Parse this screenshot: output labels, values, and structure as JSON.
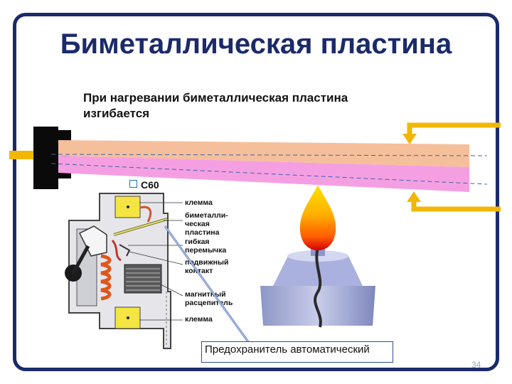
{
  "slide": {
    "title": "Биметаллическая пластина",
    "subtitle": "При нагревании биметаллическая пластина изгибается",
    "page_number": "34"
  },
  "breaker": {
    "model": "C60",
    "labels": {
      "terminal_top": "клемма",
      "bimetal_1": "биметалли-",
      "bimetal_2": "ческая",
      "bimetal_3": "пластина",
      "flex_1": "гибкая",
      "flex_2": "перемычка",
      "moving_1": "подвижный",
      "moving_2": "контакт",
      "magnetic_1": "магнитный",
      "magnetic_2": "расцепитель",
      "terminal_bottom": "клемма"
    }
  },
  "callout": {
    "text": "Предохранитель автоматический"
  },
  "colors": {
    "title": "#1b2a6b",
    "frame": "#1b2a6b",
    "strip_top": "#f6bf9b",
    "strip_bottom": "#f59fe3",
    "arrow": "#f2b705",
    "flame": "#ff7a00"
  }
}
